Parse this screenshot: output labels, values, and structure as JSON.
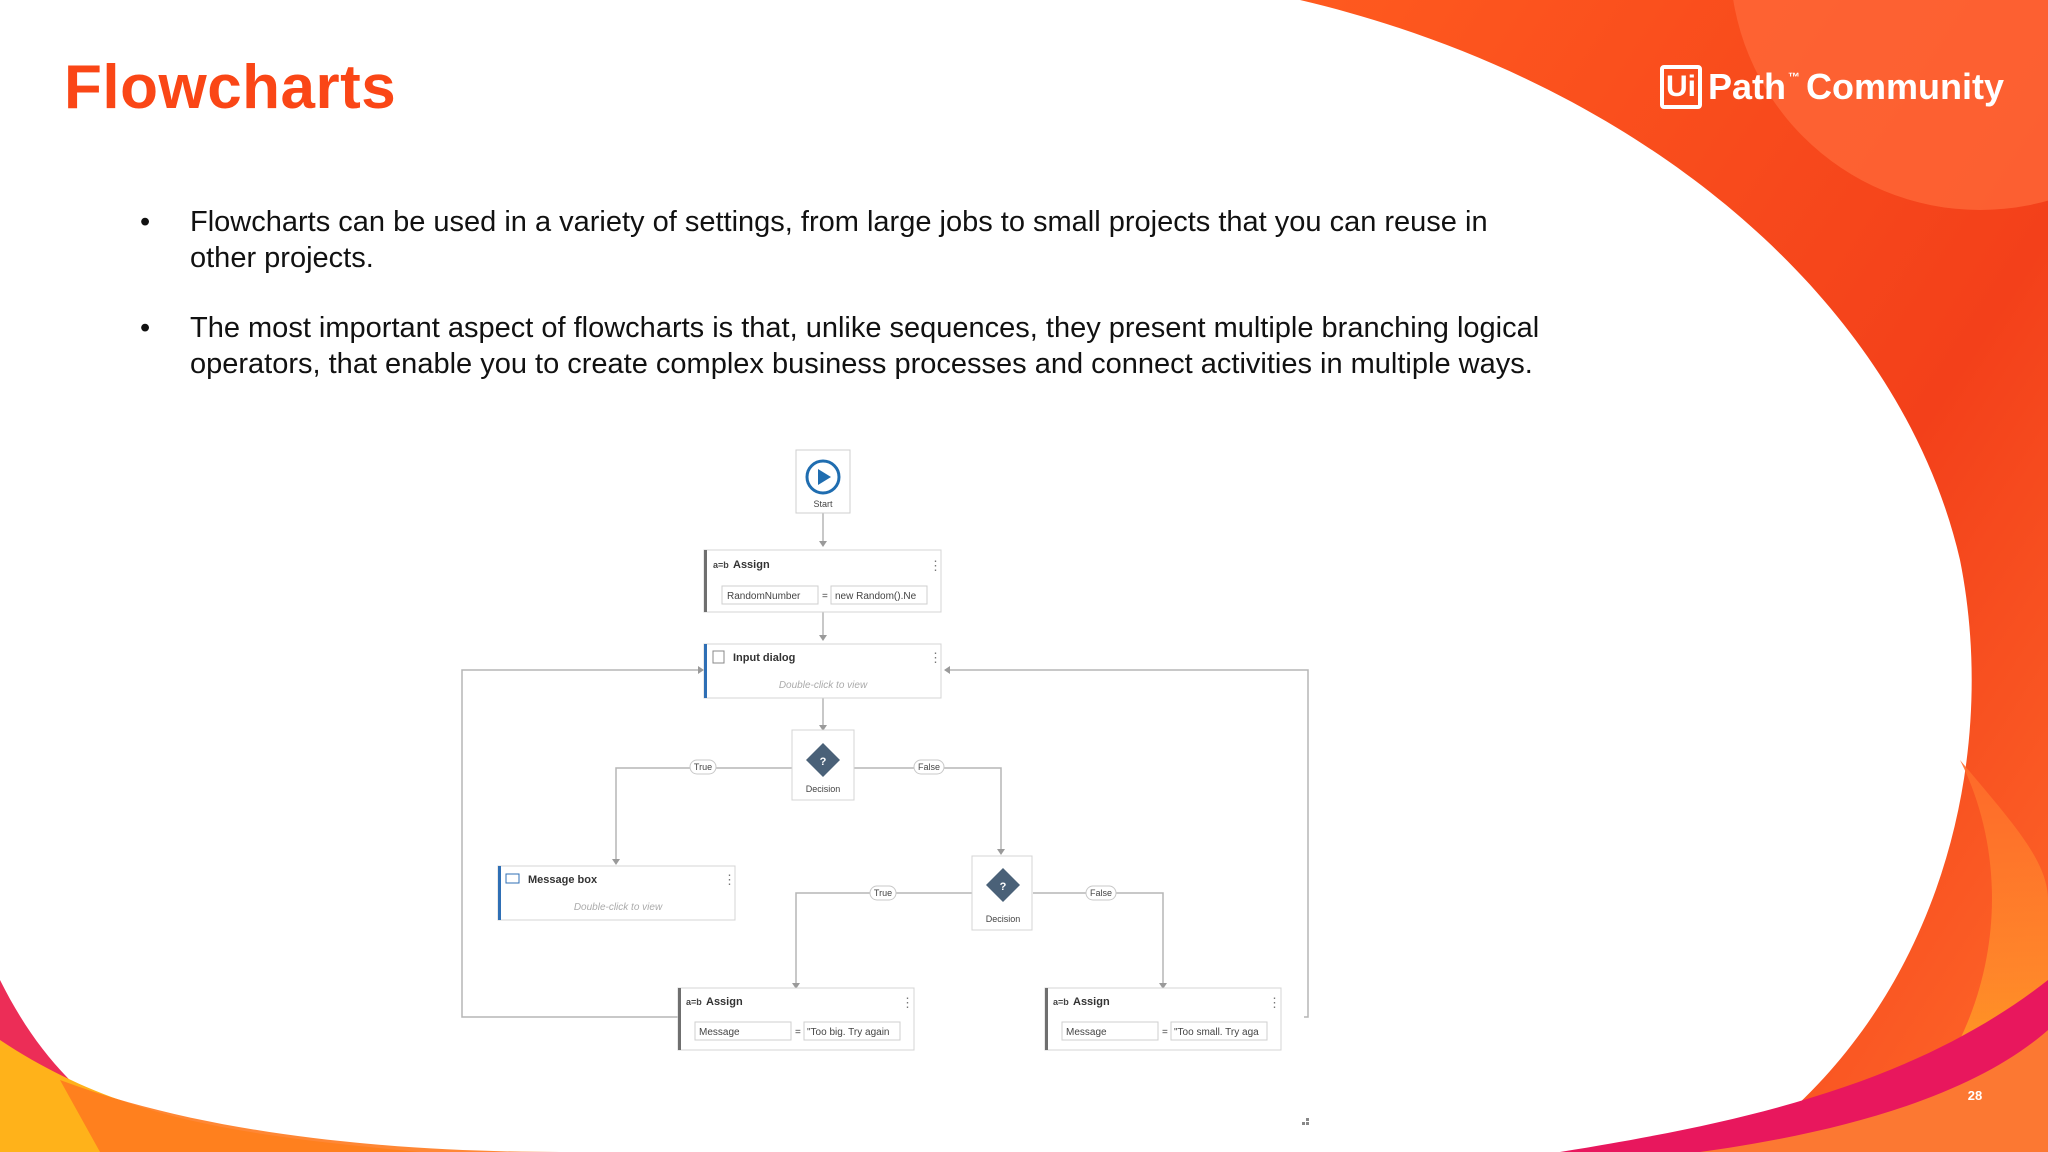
{
  "slide": {
    "title": "Flowcharts",
    "page_number": "28"
  },
  "logo": {
    "box_text": "Ui",
    "path_text": "Path",
    "tm": "™",
    "community_text": "Community"
  },
  "bullets": [
    "Flowcharts can be used in a variety of settings, from large jobs to small projects that you can reuse in other projects.",
    "The most important aspect of flowcharts is that, unlike sequences, they present multiple branching logical operators, that enable you to create complex business processes and connect activities in multiple ways."
  ],
  "flowchart": {
    "start_label": "Start",
    "assign_top": {
      "title": "Assign",
      "field_left": "RandomNumber",
      "operator": "=",
      "field_right": "new Random().Ne"
    },
    "input_dialog": {
      "title": "Input dialog",
      "hint": "Double-click to view"
    },
    "decision_1": {
      "label": "Decision",
      "true_label": "True",
      "false_label": "False"
    },
    "message_box": {
      "title": "Message box",
      "hint": "Double-click to view"
    },
    "decision_2": {
      "label": "Decision",
      "true_label": "True",
      "false_label": "False"
    },
    "assign_left": {
      "title": "Assign",
      "field_left": "Message",
      "operator": "=",
      "field_right": "\"Too big. Try again"
    },
    "assign_right": {
      "title": "Assign",
      "field_left": "Message",
      "operator": "=",
      "field_right": "\"Too small. Try aga"
    }
  },
  "colors": {
    "accent": "#fa4616",
    "brand_red": "#f03a1e",
    "brand_pink": "#e8175d",
    "brand_yellow": "#ffb21a",
    "decision_diamond": "#4a6178",
    "start_circle": "#1f6db0"
  }
}
